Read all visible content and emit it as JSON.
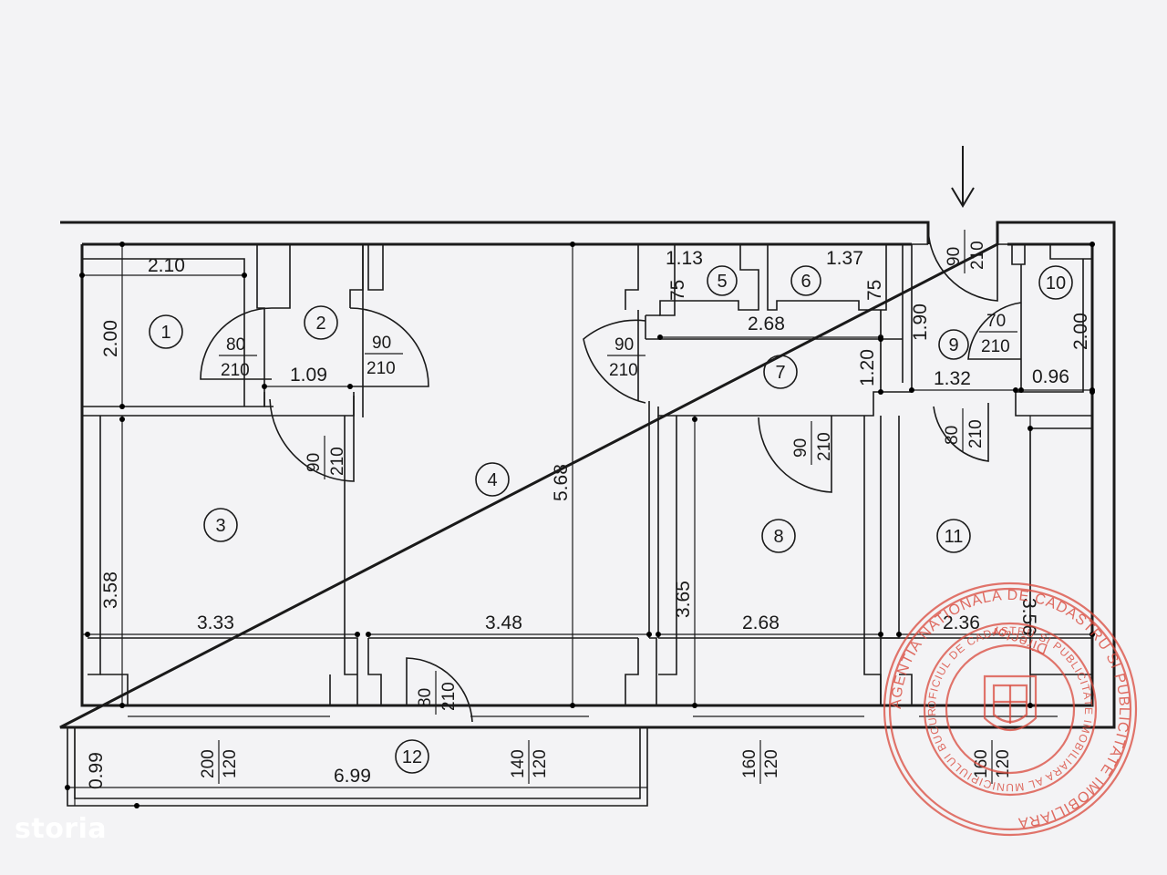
{
  "brand": {
    "logo_text": "storia"
  },
  "rooms": {
    "r1": "1",
    "r2": "2",
    "r3": "3",
    "r4": "4",
    "r5": "5",
    "r6": "6",
    "r7": "7",
    "r8": "8",
    "r9": "9",
    "r10": "10",
    "r11": "11",
    "r12": "12"
  },
  "dimensions": {
    "room1_width": "2.10",
    "room1_height": "2.00",
    "room2_width": "1.09",
    "room3_height": "3.58",
    "room3_width": "3.33",
    "room4_height": "5.68",
    "room4_width": "3.48",
    "room5_width": "1.13",
    "room5_depth": "75",
    "room6_width": "1.37",
    "room6_depth": "75",
    "room7_width": "2.68",
    "room7_height": "1.20",
    "room8_height": "3.65",
    "room8_width": "2.68",
    "room9_height": "1.90",
    "room9_width": "1.32",
    "room10_height": "2.00",
    "room10_width": "0.96",
    "room11_height": "3.56",
    "room11_width": "2.36",
    "room12_width": "6.99",
    "room12_depth": "0.99"
  },
  "doors": {
    "d_room2_left": {
      "w": "80",
      "h": "210"
    },
    "d_room2_right": {
      "w": "90",
      "h": "210"
    },
    "d_room3": {
      "w": "90",
      "h": "210"
    },
    "d_room7": {
      "w": "90",
      "h": "210"
    },
    "d_room8": {
      "w": "90",
      "h": "210"
    },
    "d_entry": {
      "w": "90",
      "h": "210"
    },
    "d_room10": {
      "w": "70",
      "h": "210"
    },
    "d_room11": {
      "w": "80",
      "h": "210"
    },
    "d_balcony": {
      "w": "80",
      "h": "210"
    }
  },
  "windows": {
    "w_room3": {
      "w": "200",
      "h": "120"
    },
    "w_room4": {
      "w": "140",
      "h": "120"
    },
    "w_room8": {
      "w": "160",
      "h": "120"
    },
    "w_room11": {
      "w": "160",
      "h": "120"
    }
  },
  "stamp": {
    "outer_text": "AGENTIA NATIONALA DE CADASTRU SI PUBLICITATE IMOBILIARA",
    "inner_text": "OFICIUL DE CADASTRU SI PUBLICITATE IMOBILIARA AL MUNICIPIULUI BUCURESTI",
    "center_text": "Director",
    "color": "#d9483b"
  },
  "colors": {
    "line": "#1a1a1a",
    "background": "#f3f3f5",
    "stamp": "#d9483b"
  }
}
